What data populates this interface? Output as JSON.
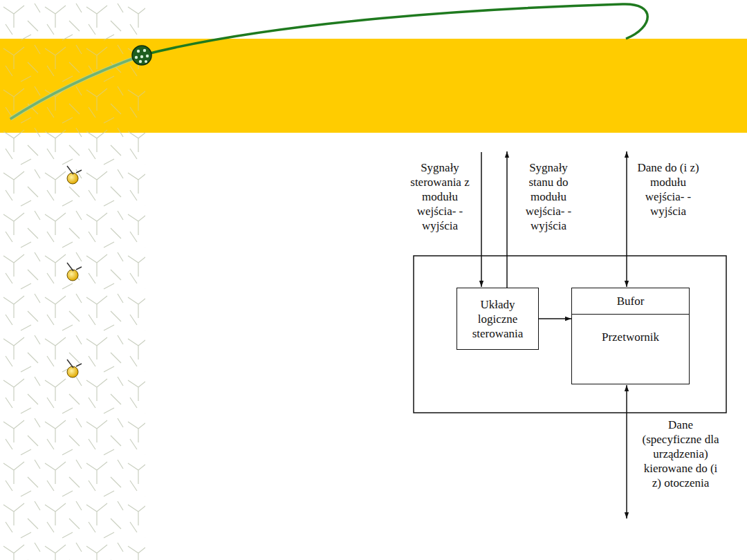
{
  "diagram": {
    "nodes": [
      {
        "text": [
          "Układy logiczne sterowania"
        ]
      },
      {
        "text": [
          "Bufor",
          "Przetwornik"
        ]
      }
    ],
    "edges": [
      {
        "from": 0,
        "to": 1,
        "arrow": "to"
      }
    ],
    "labels": [
      "Sygnały sterowania z modułu wejścia- -wyjścia",
      "Sygnały stanu do modułu wejścia- -wyjścia",
      "Dane do (i z) modułu wejścia- -wyjścia",
      "Dane (specyficzne dla urządzenia) kierowane do (i z) otoczenia"
    ]
  }
}
